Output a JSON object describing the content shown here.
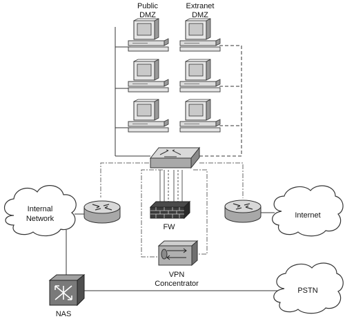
{
  "columns": {
    "public_dmz_line1": "Public",
    "public_dmz_line2": "DMZ",
    "extranet_dmz_line1": "Extranet",
    "extranet_dmz_line2": "DMZ"
  },
  "clouds": {
    "internal_line1": "Internal",
    "internal_line2": "Network",
    "internet": "Internet",
    "pstn": "PSTN"
  },
  "devices": {
    "fw": "FW",
    "vpn_line1": "VPN",
    "vpn_line2": "Concentrator",
    "nas": "NAS"
  },
  "icons": {
    "dmz_hosts": "desktop-computer-icon",
    "core_switch": "multilayer-switch-icon",
    "firewall": "firewall-brick-icon",
    "vpn": "vpn-concentrator-icon",
    "routers": "router-icon",
    "nas": "access-server-icon",
    "networks": "cloud-icon"
  },
  "colors": {
    "device_gray": "#bdbdbd",
    "line": "#333333"
  }
}
